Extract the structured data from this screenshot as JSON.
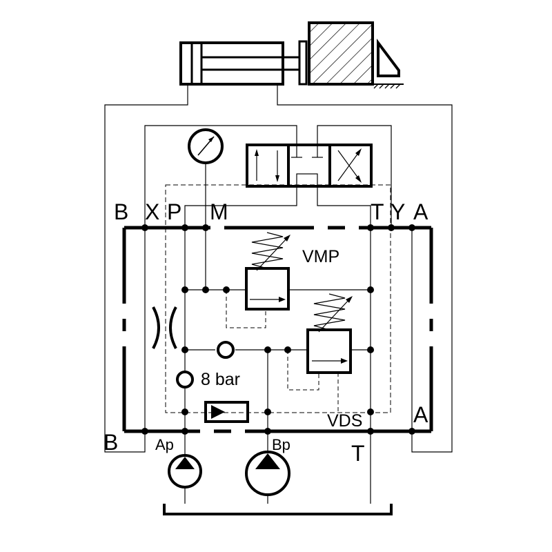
{
  "labels": {
    "top_b": "B",
    "top_x": "X",
    "top_p": "P",
    "top_m": "M",
    "top_t": "T",
    "top_y": "Y",
    "top_a": "A",
    "vmp": "VMP",
    "check_valve": "8 bar",
    "vds": "VDS",
    "bottom_a": "A",
    "bottom_b": "B",
    "ap": "Ap",
    "bp": "Bp",
    "bottom_t": "T"
  },
  "colors": {
    "line": "#000000",
    "background": "#ffffff"
  },
  "icons": {
    "gauge": "pressure-gauge-icon",
    "pump": "pump-icon",
    "cylinder": "hydraulic-cylinder-icon",
    "valve": "directional-valve-icon"
  }
}
